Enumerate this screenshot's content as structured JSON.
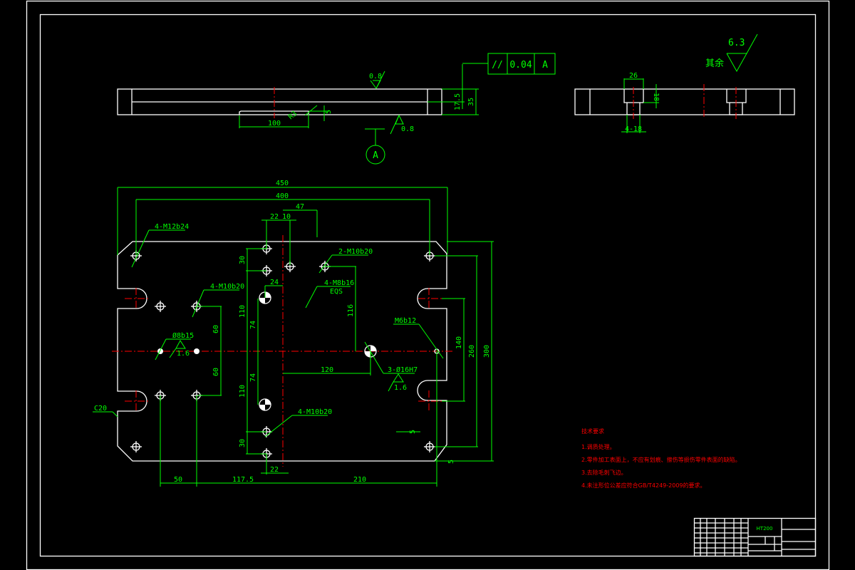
{
  "drawing": {
    "side_view": {
      "dims": {
        "groove_length": "100",
        "chamfer": "R3",
        "groove_depth": "5",
        "half_thickness": "17.5",
        "thickness": "35"
      },
      "roughness_top": "0.8",
      "roughness_bottom": "0.8",
      "datum": "A",
      "tolerance_frame": {
        "symbol": "//",
        "value": "0.04",
        "datum": "A"
      }
    },
    "end_view": {
      "dims": {
        "counterbore_dia": "26",
        "counterbore_depth": "18",
        "hole_dia": "4-18"
      },
      "roughness_other_label": "其余",
      "roughness_other_value": "6.3"
    },
    "plan_view": {
      "dims": {
        "overall_length": "450",
        "hole_span_x": "400",
        "offset_47": "47",
        "offset_22_top": "22",
        "offset_10": "10",
        "offset_30_top": "30",
        "offset_24": "24",
        "dim_110_top": "110",
        "dim_74_top": "74",
        "dim_116": "116",
        "dim_60_top": "60",
        "dim_60_bottom": "60",
        "dim_74_bottom": "74",
        "dim_110_bottom": "110",
        "offset_30_bottom": "30",
        "dim_120": "120",
        "offset_22_bottom": "22",
        "dim_50": "50",
        "dim_117_5": "117.5",
        "dim_210": "210",
        "dim_140": "140",
        "dim_260": "260",
        "overall_width": "300",
        "dim_5_side": "5",
        "dim_5_corner": "5",
        "chamfer": "C20"
      },
      "callouts": {
        "m12": "4-M12b24",
        "m10_left": "4-M10b20",
        "m10_top": "2-M10b20",
        "m8": "4-M8b16",
        "eqs": "EQS",
        "m6": "M6b12",
        "dowel_small": "Ø8b15",
        "dowel_small_roughness": "1.6",
        "dowel_large": "3-Ø16H7",
        "dowel_large_roughness": "1.6",
        "m10_bottom": "4-M10b20"
      }
    },
    "tech_requirements": {
      "title": "技术要求",
      "items": [
        "1.调质处理。",
        "2.零件加工表面上，不应有划痕、擦伤等损伤零件表面的缺陷。",
        "3.去除毛刺飞边。",
        "4.未注形位公差应符合GB/T4249-2009的要求。"
      ]
    },
    "title_block": {
      "material": "HT200",
      "drawing_name": "",
      "scale": "",
      "sheet": ""
    }
  }
}
